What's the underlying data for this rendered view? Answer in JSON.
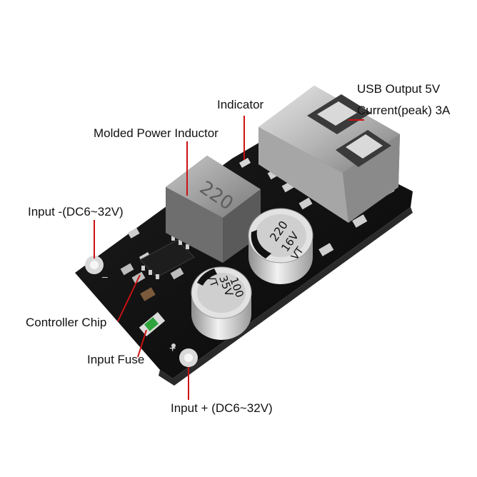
{
  "labels": {
    "indicator": "Indicator",
    "inductor": "Molded Power Inductor",
    "usb_output": "USB Output 5V",
    "usb_current": "Current(peak) 3A",
    "input_negative": "Input -(DC6~32V)",
    "controller_chip": "Controller Chip",
    "input_fuse": "Input Fuse",
    "input_positive": "Input + (DC6~32V)"
  },
  "markings": {
    "inductor_code": "220",
    "cap_large": "220",
    "cap_large_voltage": "16V",
    "cap_large_series": "VT",
    "cap_small": "100",
    "cap_small_voltage": "35V",
    "cap_small_series": "VT",
    "minus_sign": "–",
    "plus_sign": "+"
  },
  "colors": {
    "board": "#121212",
    "leader_line": "#cc1111",
    "metal": "#b9b9b9",
    "inductor": "#9a9a9a",
    "fuse_led": "#2fa33c"
  }
}
